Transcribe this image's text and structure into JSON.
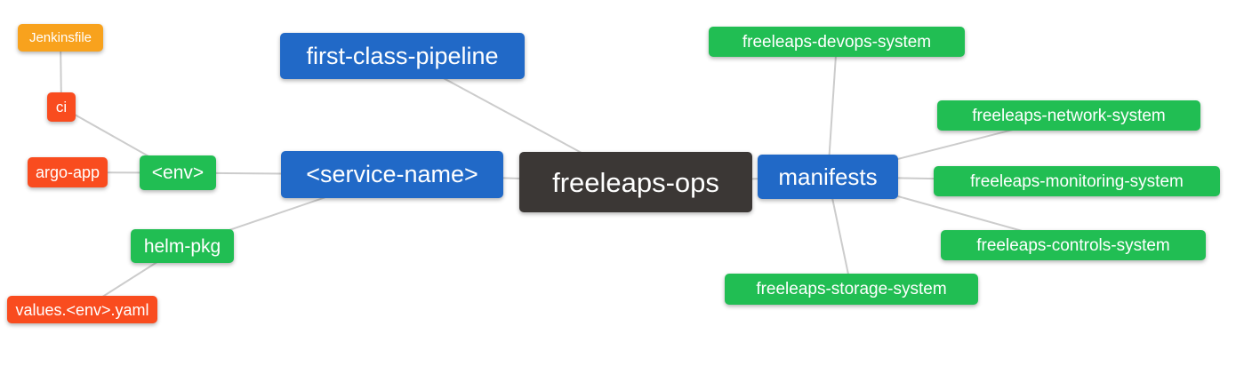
{
  "diagram": {
    "type": "mindmap",
    "root": "freeleaps-ops",
    "nodes": [
      {
        "id": "jenkinsfile",
        "label": "Jenkinsfile",
        "color": "orange"
      },
      {
        "id": "ci",
        "label": "ci",
        "color": "red"
      },
      {
        "id": "argo-app",
        "label": "argo-app",
        "color": "red"
      },
      {
        "id": "env",
        "label": "<env>",
        "color": "green"
      },
      {
        "id": "helm-pkg",
        "label": "helm-pkg",
        "color": "green"
      },
      {
        "id": "values-env-yaml",
        "label": "values.<env>.yaml",
        "color": "red"
      },
      {
        "id": "first-class-pipeline",
        "label": "first-class-pipeline",
        "color": "blue"
      },
      {
        "id": "service-name",
        "label": "<service-name>",
        "color": "blue"
      },
      {
        "id": "freeleaps-ops",
        "label": "freeleaps-ops",
        "color": "dark"
      },
      {
        "id": "manifests",
        "label": "manifests",
        "color": "blue"
      },
      {
        "id": "freeleaps-devops-system",
        "label": "freeleaps-devops-system",
        "color": "green"
      },
      {
        "id": "freeleaps-network-system",
        "label": "freeleaps-network-system",
        "color": "green"
      },
      {
        "id": "freeleaps-monitoring-system",
        "label": "freeleaps-monitoring-system",
        "color": "green"
      },
      {
        "id": "freeleaps-controls-system",
        "label": "freeleaps-controls-system",
        "color": "green"
      },
      {
        "id": "freeleaps-storage-system",
        "label": "freeleaps-storage-system",
        "color": "green"
      }
    ],
    "edges": [
      [
        "jenkinsfile",
        "ci"
      ],
      [
        "ci",
        "env"
      ],
      [
        "argo-app",
        "env"
      ],
      [
        "env",
        "service-name"
      ],
      [
        "first-class-pipeline",
        "freeleaps-ops"
      ],
      [
        "service-name",
        "freeleaps-ops"
      ],
      [
        "helm-pkg",
        "service-name"
      ],
      [
        "values-env-yaml",
        "helm-pkg"
      ],
      [
        "freeleaps-ops",
        "manifests"
      ],
      [
        "manifests",
        "freeleaps-devops-system"
      ],
      [
        "manifests",
        "freeleaps-network-system"
      ],
      [
        "manifests",
        "freeleaps-monitoring-system"
      ],
      [
        "manifests",
        "freeleaps-controls-system"
      ],
      [
        "manifests",
        "freeleaps-storage-system"
      ]
    ],
    "palette": {
      "orange": "#F8A21D",
      "red": "#F94C1F",
      "green": "#21BE53",
      "blue": "#2169C7",
      "dark": "#3B3735",
      "edge_line": "#CCCCCC",
      "text": "#FFFFFF",
      "background": "#FFFFFF"
    }
  }
}
